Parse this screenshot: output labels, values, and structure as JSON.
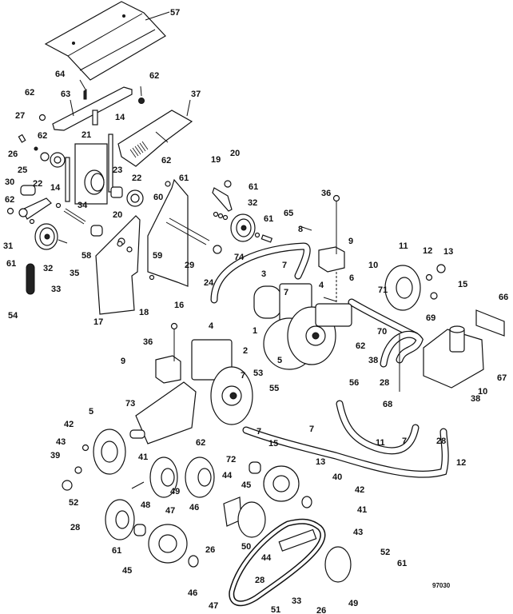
{
  "diagram": {
    "type": "exploded-parts-diagram",
    "drawing_number": "97030",
    "callouts": [
      {
        "id": "c57",
        "label": "57"
      },
      {
        "id": "c64",
        "label": "64"
      },
      {
        "id": "c62a",
        "label": "62"
      },
      {
        "id": "c62b",
        "label": "62"
      },
      {
        "id": "c63",
        "label": "63"
      },
      {
        "id": "c37",
        "label": "37"
      },
      {
        "id": "c27",
        "label": "27"
      },
      {
        "id": "c62c",
        "label": "62"
      },
      {
        "id": "c21",
        "label": "21"
      },
      {
        "id": "c14a",
        "label": "14"
      },
      {
        "id": "c26a",
        "label": "26"
      },
      {
        "id": "c25",
        "label": "25"
      },
      {
        "id": "c22a",
        "label": "22"
      },
      {
        "id": "c14b",
        "label": "14"
      },
      {
        "id": "c30",
        "label": "30"
      },
      {
        "id": "c23",
        "label": "23"
      },
      {
        "id": "c22b",
        "label": "22"
      },
      {
        "id": "c62d",
        "label": "62"
      },
      {
        "id": "c61a",
        "label": "61"
      },
      {
        "id": "c19",
        "label": "19"
      },
      {
        "id": "c20a",
        "label": "20"
      },
      {
        "id": "c62e",
        "label": "62"
      },
      {
        "id": "c34",
        "label": "34"
      },
      {
        "id": "c60",
        "label": "60"
      },
      {
        "id": "c61b",
        "label": "61"
      },
      {
        "id": "c32a",
        "label": "32"
      },
      {
        "id": "c20b",
        "label": "20"
      },
      {
        "id": "c31",
        "label": "31"
      },
      {
        "id": "c61c",
        "label": "61"
      },
      {
        "id": "c32b",
        "label": "32"
      },
      {
        "id": "c35",
        "label": "35"
      },
      {
        "id": "c58",
        "label": "58"
      },
      {
        "id": "c33a",
        "label": "33"
      },
      {
        "id": "c59",
        "label": "59"
      },
      {
        "id": "c29",
        "label": "29"
      },
      {
        "id": "c74",
        "label": "74"
      },
      {
        "id": "c24",
        "label": "24"
      },
      {
        "id": "c61d",
        "label": "61"
      },
      {
        "id": "c65",
        "label": "65"
      },
      {
        "id": "c36a",
        "label": "36"
      },
      {
        "id": "c8",
        "label": "8"
      },
      {
        "id": "c54",
        "label": "54"
      },
      {
        "id": "c18",
        "label": "18"
      },
      {
        "id": "c16",
        "label": "16"
      },
      {
        "id": "c17",
        "label": "17"
      },
      {
        "id": "c3",
        "label": "3"
      },
      {
        "id": "c7a",
        "label": "7"
      },
      {
        "id": "c4a",
        "label": "4"
      },
      {
        "id": "c9a",
        "label": "9"
      },
      {
        "id": "c11a",
        "label": "11"
      },
      {
        "id": "c12a",
        "label": "12"
      },
      {
        "id": "c13a",
        "label": "13"
      },
      {
        "id": "c10a",
        "label": "10"
      },
      {
        "id": "c6",
        "label": "6"
      },
      {
        "id": "c15a",
        "label": "15"
      },
      {
        "id": "c71",
        "label": "71"
      },
      {
        "id": "c66",
        "label": "66"
      },
      {
        "id": "c7b",
        "label": "7"
      },
      {
        "id": "c1",
        "label": "1"
      },
      {
        "id": "c4b",
        "label": "4"
      },
      {
        "id": "c36b",
        "label": "36"
      },
      {
        "id": "c2",
        "label": "2"
      },
      {
        "id": "c69",
        "label": "69"
      },
      {
        "id": "c70",
        "label": "70"
      },
      {
        "id": "c62f",
        "label": "62"
      },
      {
        "id": "c38a",
        "label": "38"
      },
      {
        "id": "c67",
        "label": "67"
      },
      {
        "id": "c9b",
        "label": "9"
      },
      {
        "id": "c5a",
        "label": "5"
      },
      {
        "id": "c56",
        "label": "56"
      },
      {
        "id": "c28a",
        "label": "28"
      },
      {
        "id": "c53",
        "label": "53"
      },
      {
        "id": "c38b",
        "label": "38"
      },
      {
        "id": "c7c",
        "label": "7"
      },
      {
        "id": "c55",
        "label": "55"
      },
      {
        "id": "c68",
        "label": "68"
      },
      {
        "id": "c10b",
        "label": "10"
      },
      {
        "id": "c73",
        "label": "73"
      },
      {
        "id": "c7d",
        "label": "7"
      },
      {
        "id": "c7e",
        "label": "7"
      },
      {
        "id": "c28b",
        "label": "28"
      },
      {
        "id": "c11b",
        "label": "11"
      },
      {
        "id": "c5b",
        "label": "5"
      },
      {
        "id": "c7f",
        "label": "7"
      },
      {
        "id": "c15b",
        "label": "15"
      },
      {
        "id": "c42a",
        "label": "42"
      },
      {
        "id": "c62g",
        "label": "62"
      },
      {
        "id": "c41a",
        "label": "41"
      },
      {
        "id": "c72",
        "label": "72"
      },
      {
        "id": "c12b",
        "label": "12"
      },
      {
        "id": "c43a",
        "label": "43"
      },
      {
        "id": "c44a",
        "label": "44"
      },
      {
        "id": "c13b",
        "label": "13"
      },
      {
        "id": "c39",
        "label": "39"
      },
      {
        "id": "c49a",
        "label": "49"
      },
      {
        "id": "c45a",
        "label": "45"
      },
      {
        "id": "c40",
        "label": "40"
      },
      {
        "id": "c48",
        "label": "48"
      },
      {
        "id": "c46a",
        "label": "46"
      },
      {
        "id": "c42b",
        "label": "42"
      },
      {
        "id": "c52a",
        "label": "52"
      },
      {
        "id": "c47a",
        "label": "47"
      },
      {
        "id": "c41b",
        "label": "41"
      },
      {
        "id": "c28c",
        "label": "28"
      },
      {
        "id": "c50",
        "label": "50"
      },
      {
        "id": "c43b",
        "label": "43"
      },
      {
        "id": "c61e",
        "label": "61"
      },
      {
        "id": "c26b",
        "label": "26"
      },
      {
        "id": "c44b",
        "label": "44"
      },
      {
        "id": "c28d",
        "label": "28"
      },
      {
        "id": "c52b",
        "label": "52"
      },
      {
        "id": "c61f",
        "label": "61"
      },
      {
        "id": "c45b",
        "label": "45"
      },
      {
        "id": "c46b",
        "label": "46"
      },
      {
        "id": "c47b",
        "label": "47"
      },
      {
        "id": "c33b",
        "label": "33"
      },
      {
        "id": "c26c",
        "label": "26"
      },
      {
        "id": "c49b",
        "label": "49"
      },
      {
        "id": "c51",
        "label": "51"
      }
    ]
  }
}
